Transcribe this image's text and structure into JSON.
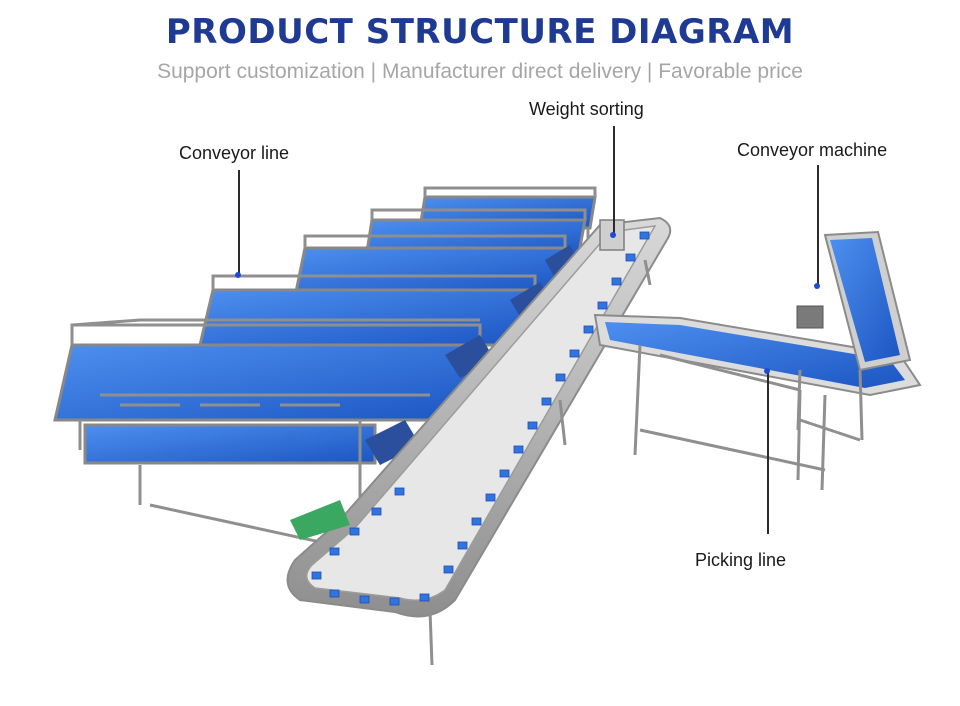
{
  "header": {
    "title": "PRODUCT STRUCTURE DIAGRAM",
    "subtitle": "Support customization | Manufacturer direct delivery | Favorable price"
  },
  "labels": {
    "weight_sorting": "Weight sorting",
    "conveyor_line": "Conveyor line",
    "conveyor_machine": "Conveyor machine",
    "picking_line": "Picking line"
  },
  "colors": {
    "title": "#1f3a93",
    "subtitle": "#a6a6a6",
    "belt_blue": "#2a6fd6",
    "steel": "#9a9a9a",
    "guide_green": "#3aa860"
  }
}
